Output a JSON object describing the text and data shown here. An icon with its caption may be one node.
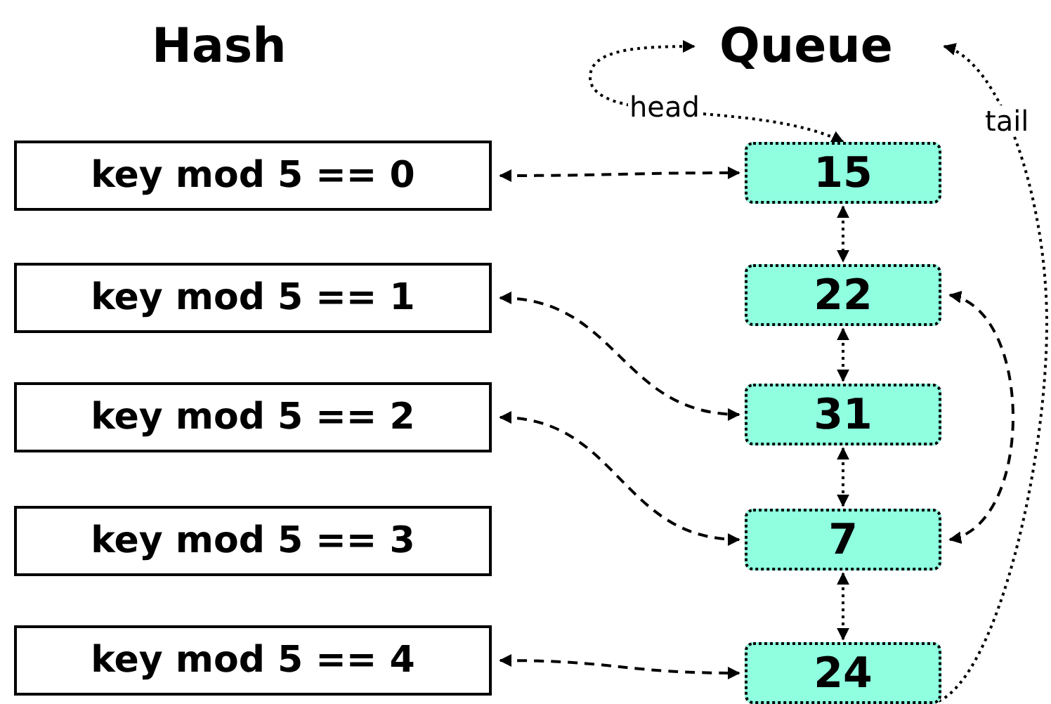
{
  "diagram": {
    "nodes": [
      {
        "text": [
          "Hash"
        ]
      },
      {
        "text": [
          "Queue"
        ]
      },
      {
        "text": [
          "key mod 5 == 0"
        ]
      },
      {
        "text": [
          "key mod 5 == 1"
        ]
      },
      {
        "text": [
          "key mod 5 == 2"
        ]
      },
      {
        "text": [
          "key mod 5 == 3"
        ]
      },
      {
        "text": [
          "key mod 5 == 4"
        ]
      },
      {
        "text": [
          "15"
        ]
      },
      {
        "text": [
          "22"
        ]
      },
      {
        "text": [
          "31"
        ]
      },
      {
        "text": [
          "7"
        ]
      },
      {
        "text": [
          "24"
        ]
      }
    ],
    "edges": [
      {
        "from": 2,
        "to": 7,
        "arrow": "both",
        "style": "dashed"
      },
      {
        "from": 3,
        "to": 9,
        "arrow": "both",
        "style": "dashed"
      },
      {
        "from": 4,
        "to": 10,
        "arrow": "both",
        "style": "dashed"
      },
      {
        "from": 6,
        "to": 11,
        "arrow": "both",
        "style": "dashed"
      },
      {
        "from": 8,
        "to": 10,
        "arrow": "both",
        "style": "dashed"
      },
      {
        "from": 7,
        "to": 8,
        "arrow": "both"
      },
      {
        "from": 8,
        "to": 9,
        "arrow": "both"
      },
      {
        "from": 9,
        "to": 10,
        "arrow": "both"
      },
      {
        "from": 10,
        "to": 11,
        "arrow": "both"
      },
      {
        "from": 7,
        "to": 1,
        "arrow": "both",
        "label": "head"
      },
      {
        "from": 11,
        "to": 1,
        "arrow": "to",
        "label": "tail"
      }
    ]
  }
}
